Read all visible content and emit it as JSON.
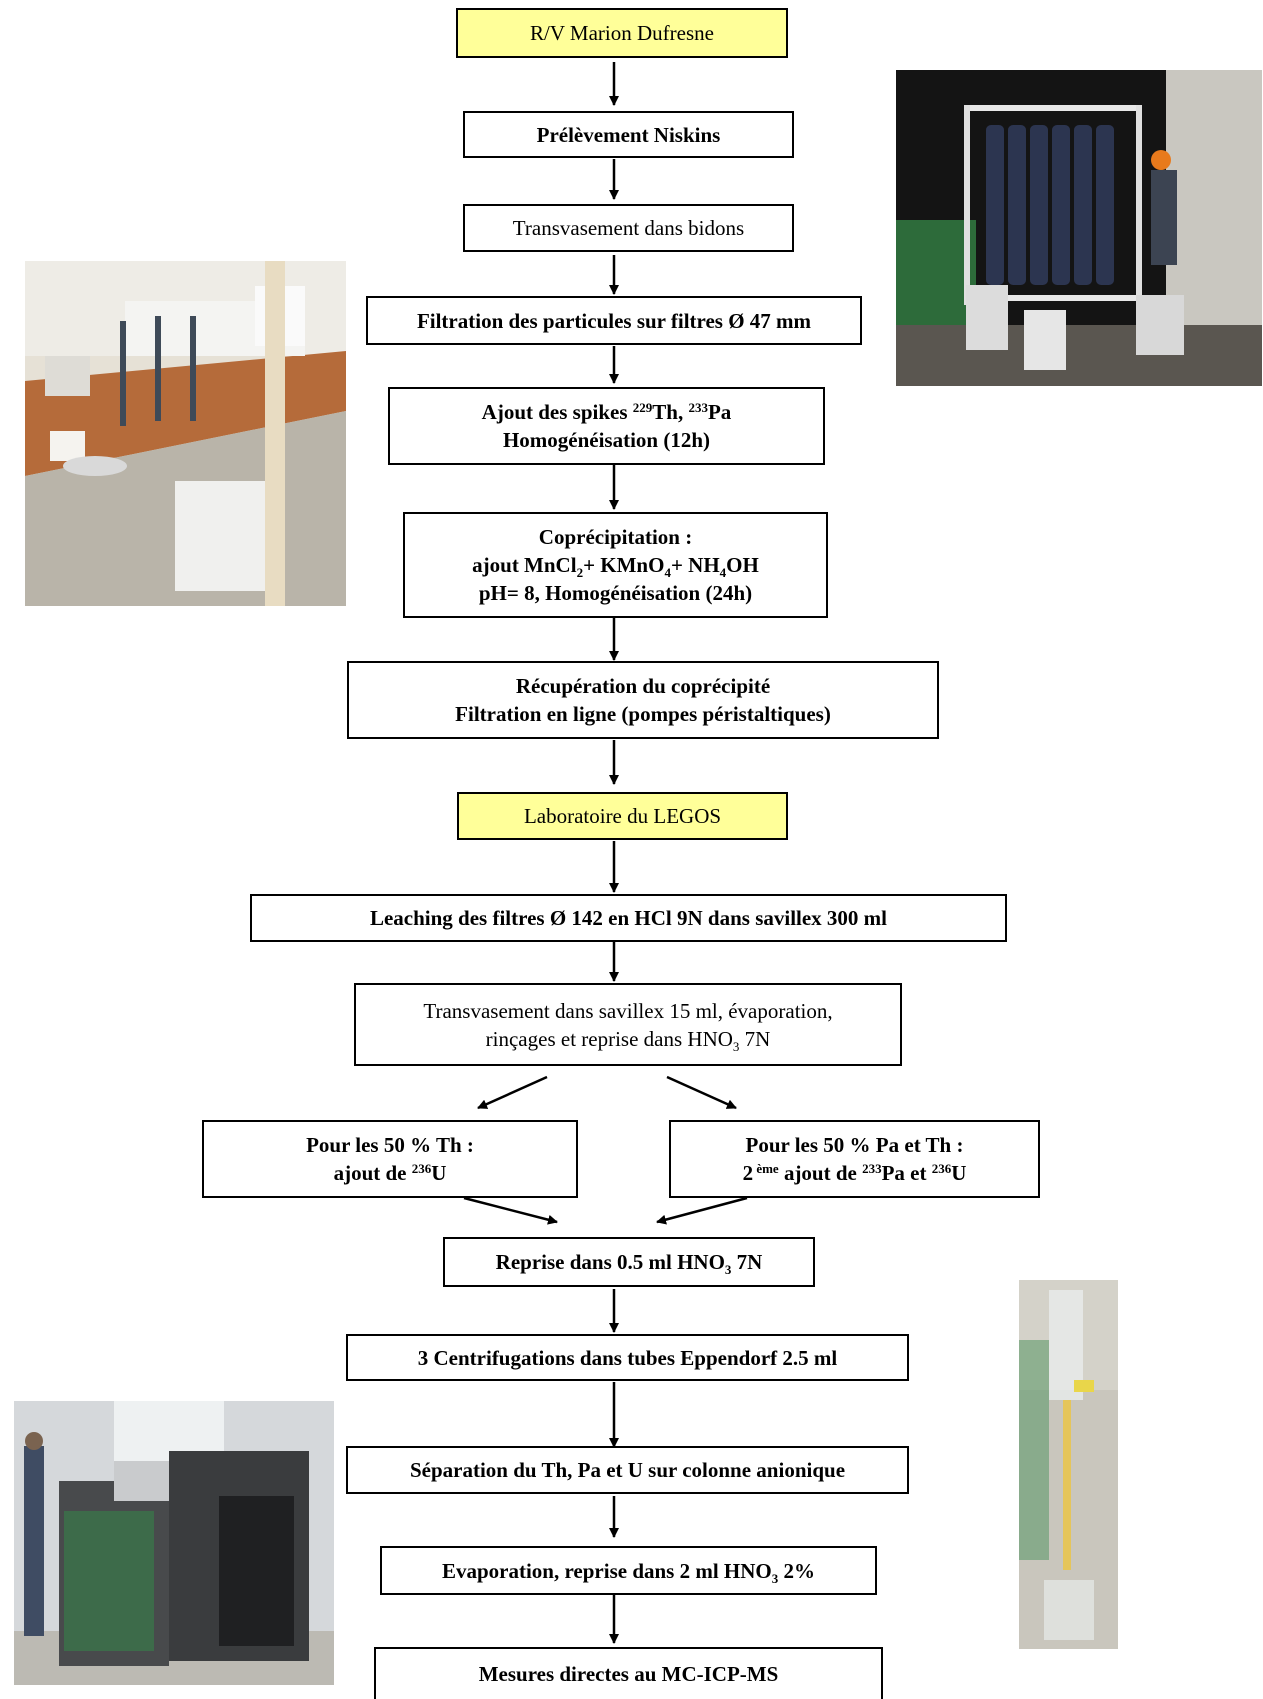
{
  "flow": {
    "ship": "R/V Marion Dufresne",
    "niskins": "Prélèvement Niskins",
    "transfer_bidons": "Transvasement dans bidons",
    "filtration_particles": "Filtration des particules sur filtres Ø 47 mm",
    "spikes": {
      "prefix": "Ajout des spikes ",
      "th_iso": "229",
      "th": "Th, ",
      "pa_iso": "233",
      "pa": "Pa",
      "line2": "Homogénéisation (12h)"
    },
    "coprecip": {
      "line1": "Coprécipitation :",
      "l2a": "ajout MnCl",
      "l2a_sub": "2",
      "l2b": "+ KMnO",
      "l2b_sub": "4",
      "l2c": "+ NH",
      "l2c_sub": "4",
      "l2d": "OH",
      "line3": "pH= 8, Homogénéisation (24h)"
    },
    "recovery": {
      "line1": "Récupération du coprécipité",
      "line2": "Filtration en ligne (pompes péristaltiques)"
    },
    "lab": "Laboratoire du LEGOS",
    "leaching": "Leaching des filtres Ø 142 en HCl 9N dans savillex 300 ml",
    "savillex": {
      "line1": "Transvasement dans savillex 15 ml, évaporation,",
      "line2a": "rinçages et reprise dans HNO",
      "line2_sub": "3",
      "line2b": " 7N"
    },
    "left_branch": {
      "line1": "Pour les 50 % Th :",
      "line2a": "ajout de ",
      "u_iso": "236",
      "line2b": "U"
    },
    "right_branch": {
      "line1": "Pour les 50 % Pa et Th :",
      "num": "2",
      "ord": " ème",
      "line2a": " ajout de ",
      "pa_iso": "233",
      "line2b": "Pa et ",
      "u_iso": "236",
      "line2c": "U"
    },
    "reprise": {
      "a": "Reprise dans 0.5 ml HNO",
      "sub": "3",
      "b": " 7N"
    },
    "centrifugation": "3 Centrifugations dans tubes Eppendorf  2.5 ml",
    "separation": "Séparation du Th, Pa et U sur colonne anionique",
    "evaporation": {
      "a": "Evaporation, reprise dans 2 ml HNO",
      "sub": "3",
      "b": " 2%"
    },
    "measure": "Mesures directes au MC-ICP-MS"
  },
  "colors": {
    "highlight_box": "#ffff99",
    "border": "#000000"
  }
}
